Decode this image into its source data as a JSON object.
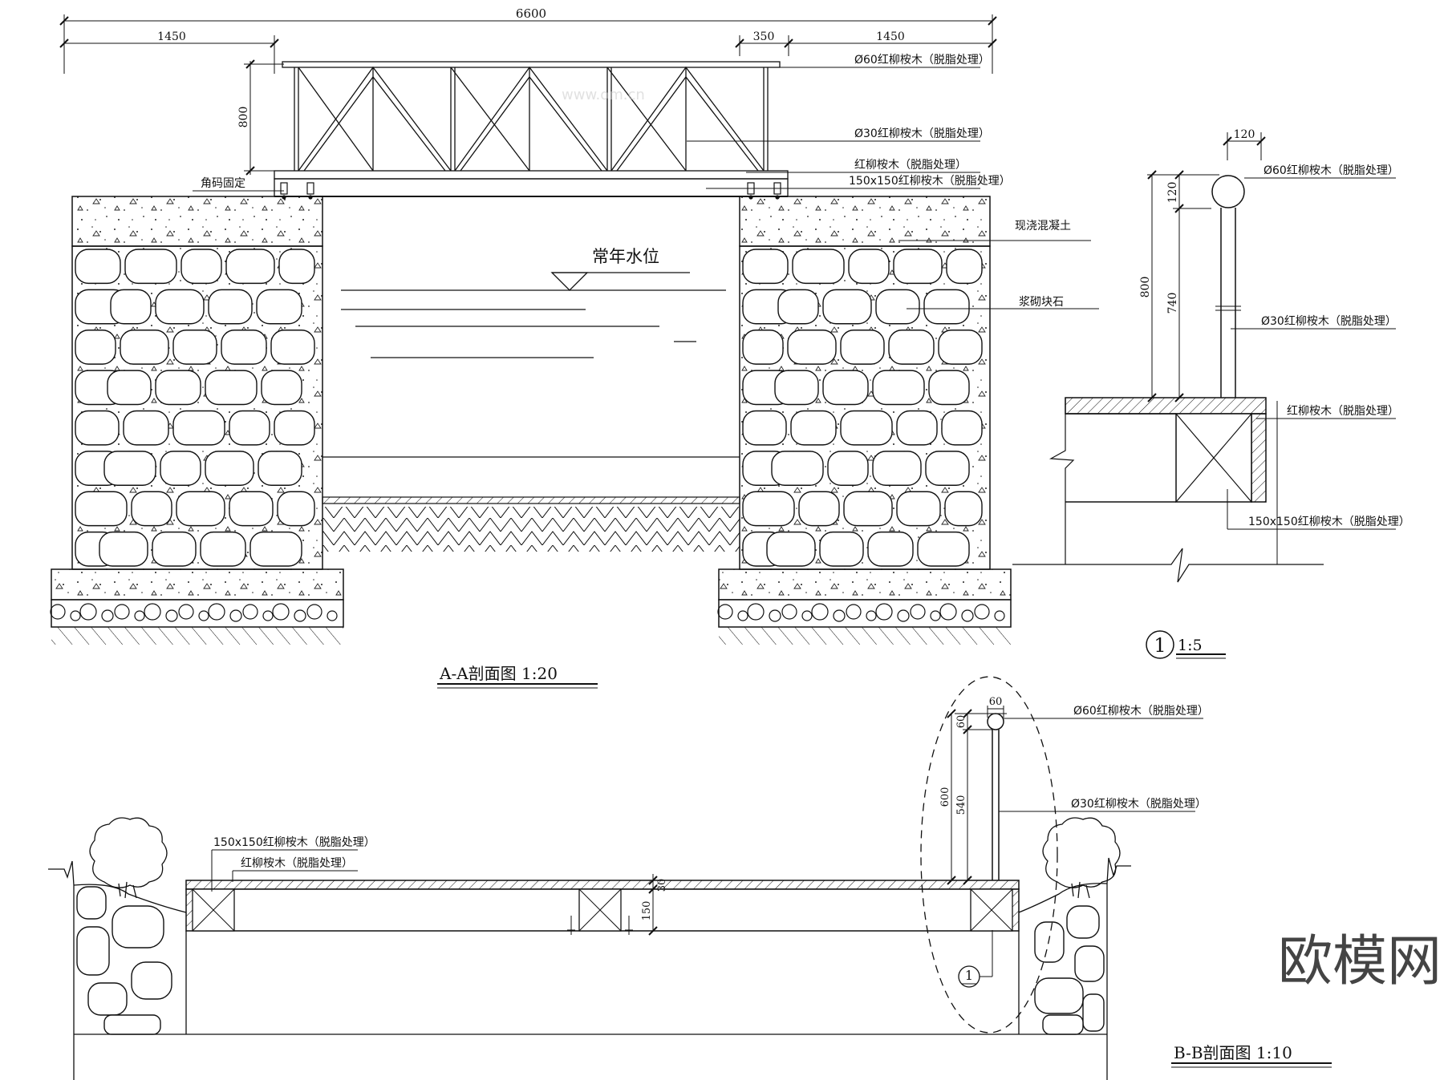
{
  "aa_section": {
    "title": "A-A剖面图  1:20",
    "dimensions": {
      "total_width": "6600",
      "left_span": "1450",
      "right_span": "1450",
      "right_gap": "350",
      "rail_height": "800"
    },
    "callouts": {
      "top_rail": "Ø60红柳桉木（脱脂处理）",
      "diagonal": "Ø30红柳桉木（脱脂处理）",
      "deck_board": "红柳桉木（脱脂处理）",
      "beam": "150x150红柳桉木（脱脂处理）",
      "bracket": "角码固定",
      "concrete": "现浇混凝土",
      "masonry": "浆砌块石",
      "water_level": "常年水位"
    }
  },
  "detail_1": {
    "marker": "1",
    "scale": "1:5",
    "dimensions": {
      "ball_width": "120",
      "ball_height": "120",
      "total_height": "800",
      "post_height": "740"
    },
    "callouts": {
      "ball": "Ø60红柳桉木（脱脂处理）",
      "post": "Ø30红柳桉木（脱脂处理）",
      "deck_board": "红柳桉木（脱脂处理）",
      "beam": "150x150红柳桉木（脱脂处理）"
    }
  },
  "bb_section": {
    "title": "B-B剖面图  1:10",
    "detail_marker": "1",
    "dimensions": {
      "ball_width": "60",
      "ball_height": "60",
      "total_height": "600",
      "post_height": "540",
      "board_thickness": "30",
      "beam_height": "150"
    },
    "callouts": {
      "ball": "Ø60红柳桉木（脱脂处理）",
      "post": "Ø30红柳桉木（脱脂处理）",
      "beam": "150x150红柳桉木（脱脂处理）",
      "deck_board": "红柳桉木（脱脂处理）"
    }
  },
  "watermark": {
    "logo": "欧模网",
    "url": "www.om.cn"
  }
}
